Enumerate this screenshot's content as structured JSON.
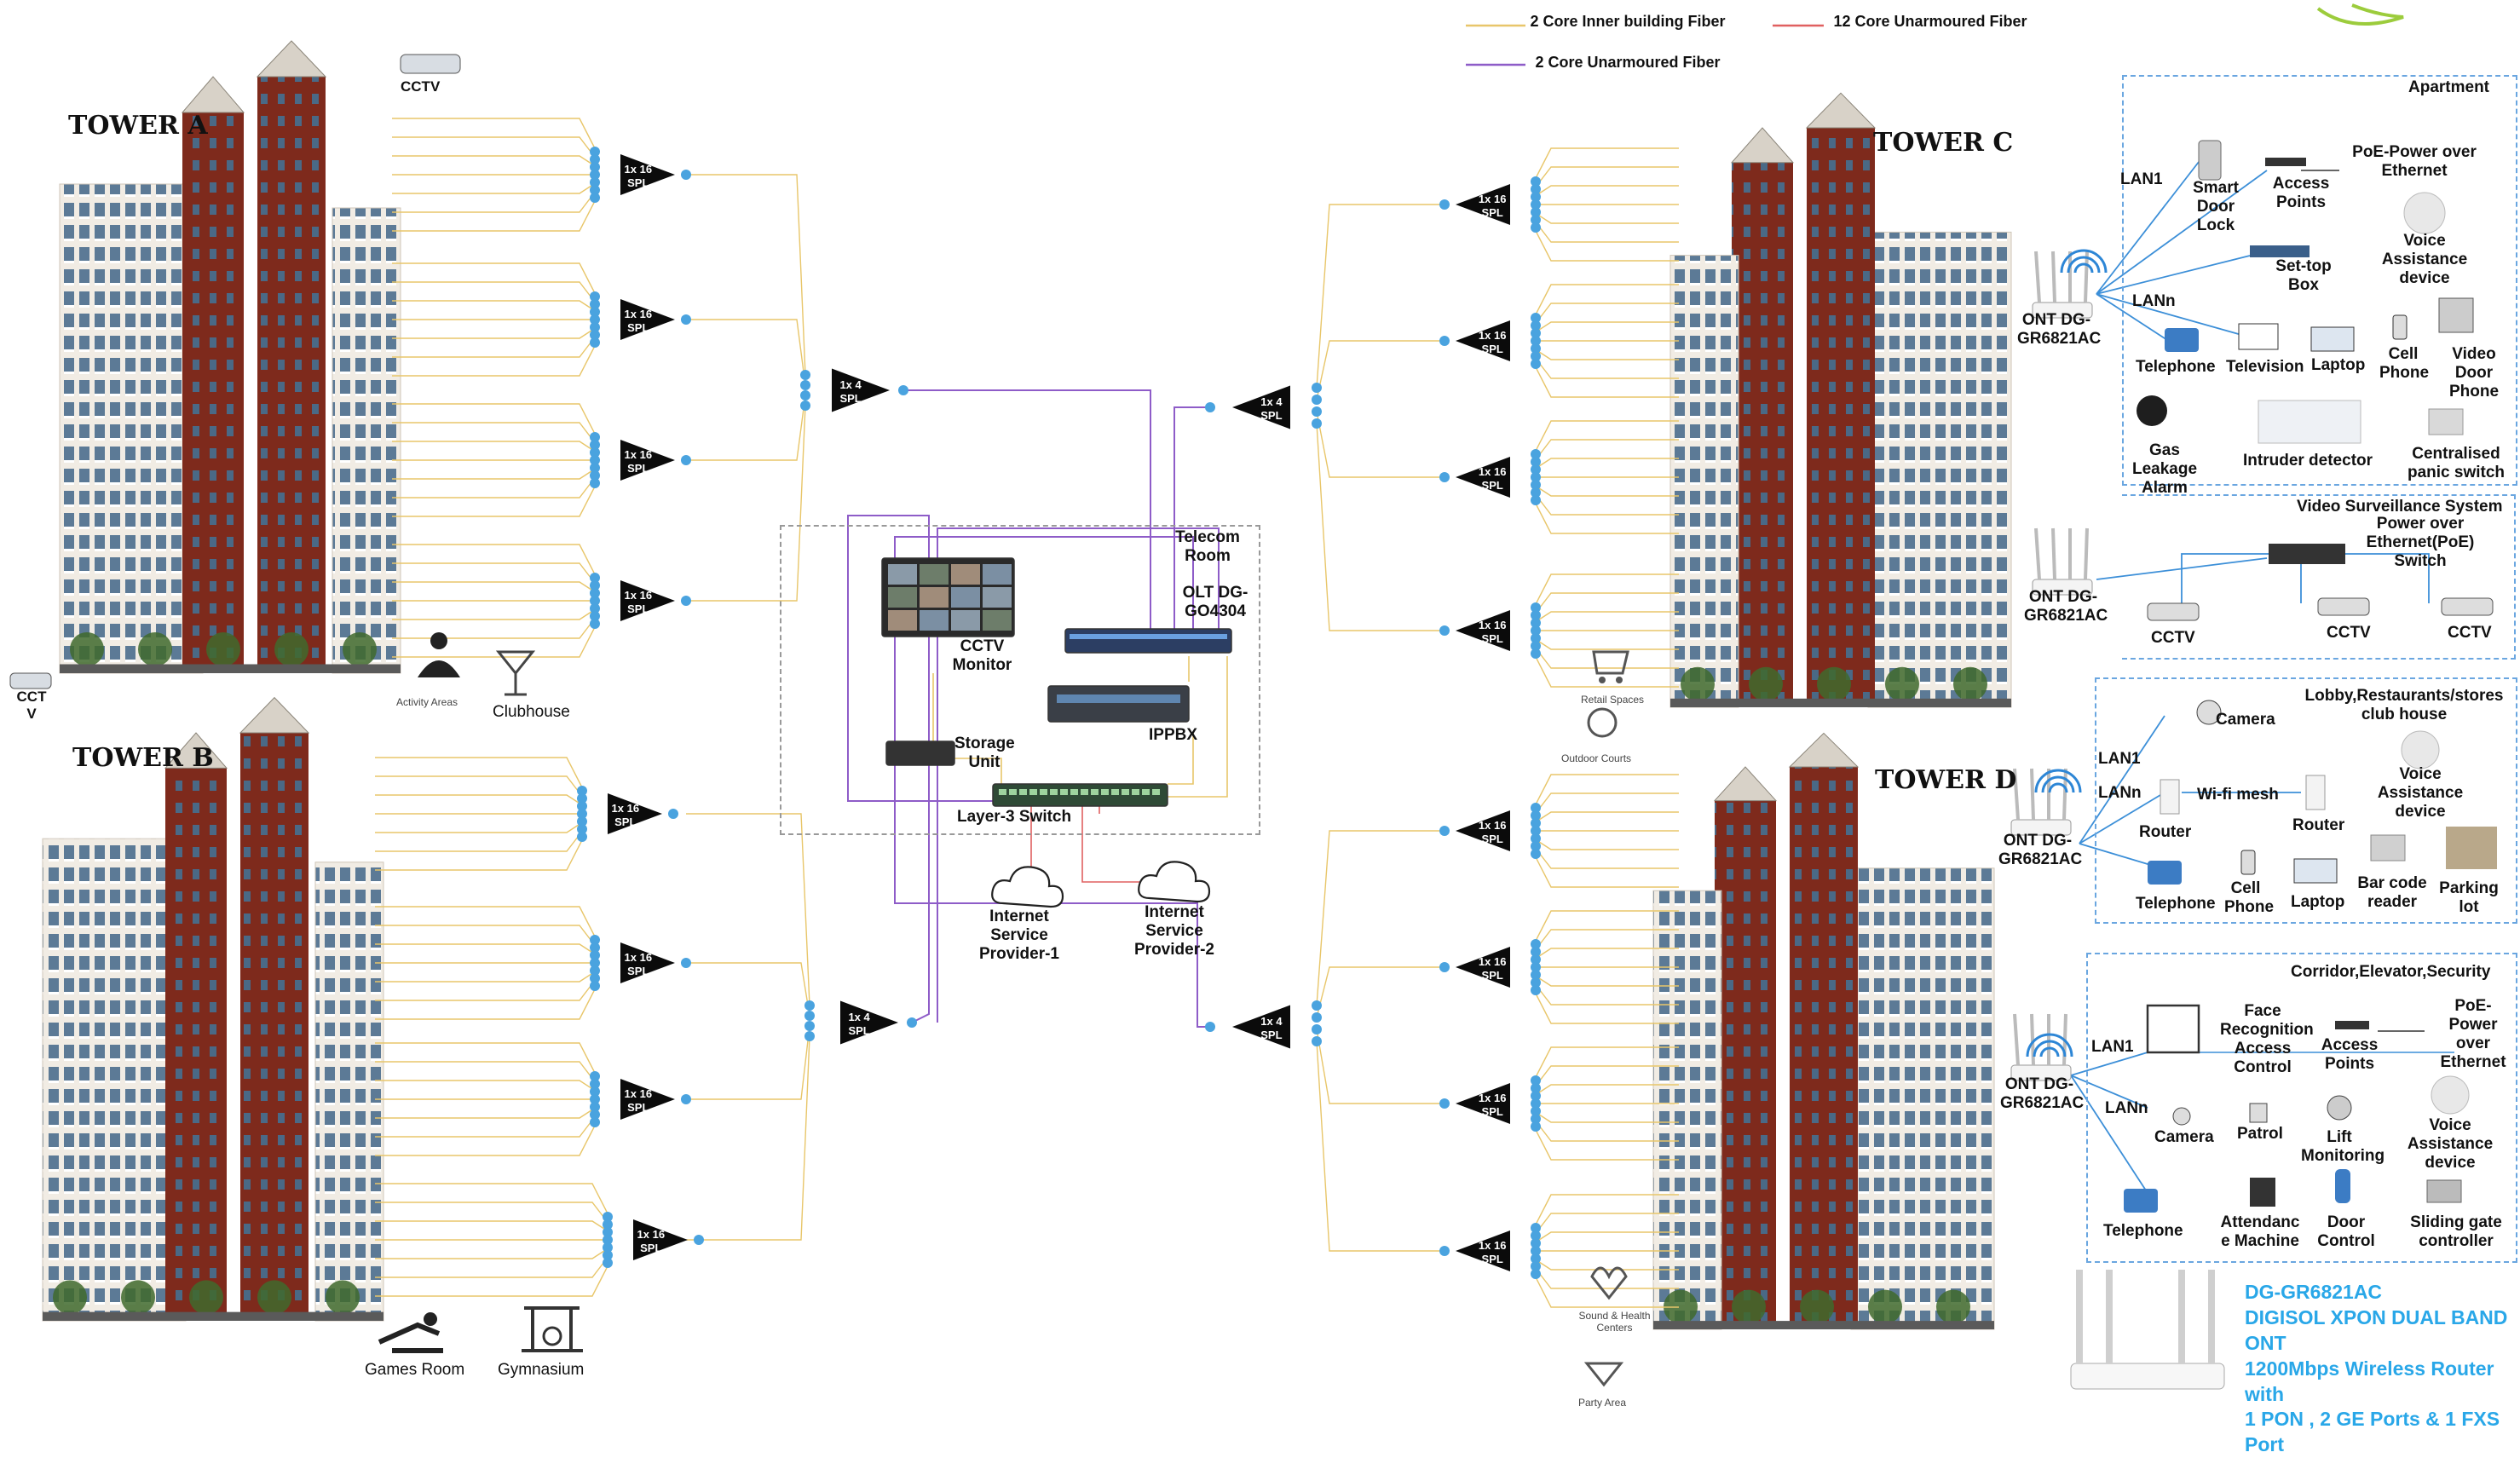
{
  "legend": {
    "inner_fiber": "2 Core  Inner building Fiber",
    "unarmoured_2core": "2 Core  Unarmoured Fiber",
    "unarmoured_12core": "12 Core  Unarmoured Fiber",
    "inner_color": "#e8c66a",
    "purple_color": "#8e5cc8",
    "red_color": "#e06060"
  },
  "towers": {
    "a": "TOWER A",
    "b": "TOWER B",
    "c": "TOWER C",
    "d": "TOWER D"
  },
  "splitter": {
    "one_by_sixteen": "1x 16 SPL",
    "one_by_four": "1x 4 SPL",
    "one_by_four_c": "1x 4 SPL"
  },
  "amenities": {
    "cctv_top": "CCTV",
    "cctv_left": "CCT V",
    "activity": "Activity Areas",
    "clubhouse": "Clubhouse",
    "games": "Games  Room",
    "gym": "Gymnasium",
    "retail": "Retail Spaces",
    "outdoor": "Outdoor Courts",
    "sound": "Sound & Health Centers",
    "party": "Party Area"
  },
  "telecom": {
    "room": "Telecom Room",
    "olt": "OLT DG-GO4304",
    "cctv_monitor": "CCTV Monitor",
    "ippbx": "IPPBX",
    "storage": "Storage Unit",
    "switch": "Layer-3 Switch",
    "isp1": "Internet Service Provider-1",
    "isp2": "Internet Service Provider-2"
  },
  "panels": {
    "apartment": {
      "title": "Apartment",
      "lan1": "LAN1",
      "lann": "LANn",
      "ont": "ONT DG- GR6821AC",
      "smart_lock": "Smart Door Lock",
      "access_points": "Access Points",
      "poe": "PoE-Power over Ethernet",
      "voice": "Voice Assistance device",
      "settop": "Set-top Box",
      "telephone": "Telephone",
      "television": "Television",
      "laptop": "Laptop",
      "cell": "Cell Phone",
      "video_door": "Video Door Phone",
      "gas": "Gas Leakage Alarm",
      "intruder": "Intruder detector",
      "panic": "Centralised panic switch"
    },
    "video": {
      "title": "Video Surveillance System",
      "poe_switch": "Power over Ethernet(PoE) Switch",
      "ont": "ONT DG- GR6821AC",
      "cctv": "CCTV"
    },
    "lobby": {
      "title": "Lobby,Restaurants/stores club house",
      "camera": "Camera",
      "lan1": "LAN1",
      "lann": "LANn",
      "wifi_mesh": "Wi-fi mesh",
      "router": "Router",
      "voice": "Voice Assistance device",
      "ont": "ONT DG- GR6821AC",
      "telephone": "Telephone",
      "cell": "Cell Phone",
      "laptop": "Laptop",
      "barcode": "Bar code reader",
      "parking": "Parking lot"
    },
    "corridor": {
      "title": "Corridor,Elevator,Security",
      "lan1": "LAN1",
      "lann": "LANn",
      "face": "Face Recognition Access Control",
      "access_points": "Access Points",
      "poe": "PoE- Power over Ethernet",
      "ont": "ONT DG- GR6821AC",
      "camera": "Camera",
      "patrol": "Patrol",
      "lift": "Lift Monitoring",
      "voice": "Voice Assistance device",
      "telephone": "Telephone",
      "attendance": "Attendanc e Machine",
      "door": "Door Control",
      "gate": "Sliding gate controller"
    }
  },
  "product": {
    "model": "DG-GR6821AC",
    "line1": "DIGISOL XPON DUAL BAND",
    "line2": "ONT",
    "line3": "1200Mbps Wireless Router",
    "line4": "with",
    "line5": "1 PON , 2 GE Ports & 1 FXS",
    "line6": "Port"
  }
}
